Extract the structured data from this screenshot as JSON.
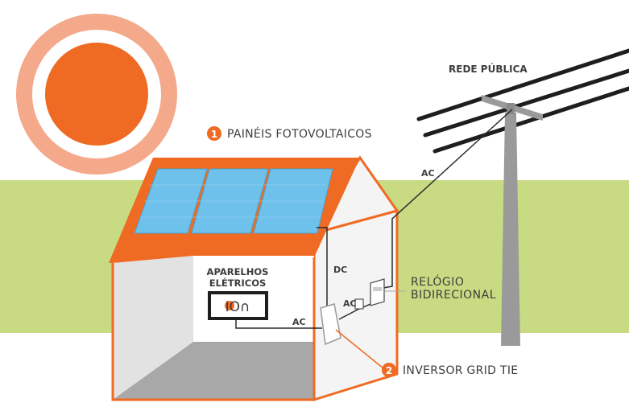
{
  "labels": {
    "rede_publica": "REDE PÚBLICA",
    "paineis": "PAINÉIS FOTOVOLTAICOS",
    "paineis_num": "1",
    "aparelhos_line1": "APARELHOS",
    "aparelhos_line2": "ELÉTRICOS",
    "relogio_line1": "RELÓGIO",
    "relogio_line2": "BIDIRECIONAL",
    "inversor": "INVERSOR GRID TIE",
    "inversor_num": "2",
    "wire_ac_pole": "AC",
    "wire_dc": "DC",
    "wire_ac_meter": "AC",
    "wire_ac_appliance": "AC",
    "screen_glyph": "IO∩"
  },
  "colors": {
    "sun_ring": "#f4a98a",
    "sun_core": "#ef6b23",
    "grass": "#c9db82",
    "roof": "#ef6b23",
    "panel": "#6ec1ea",
    "house_wall": "#f4f4f4",
    "house_inner": "#e4e4e4",
    "pole": "#9a9a9a",
    "wire": "#2b2b2b",
    "accent": "#ef6b23"
  },
  "icons": [
    "sun-icon",
    "solar-panel-icon",
    "tv-icon",
    "inverter-icon",
    "meter-icon",
    "utility-pole-icon"
  ]
}
